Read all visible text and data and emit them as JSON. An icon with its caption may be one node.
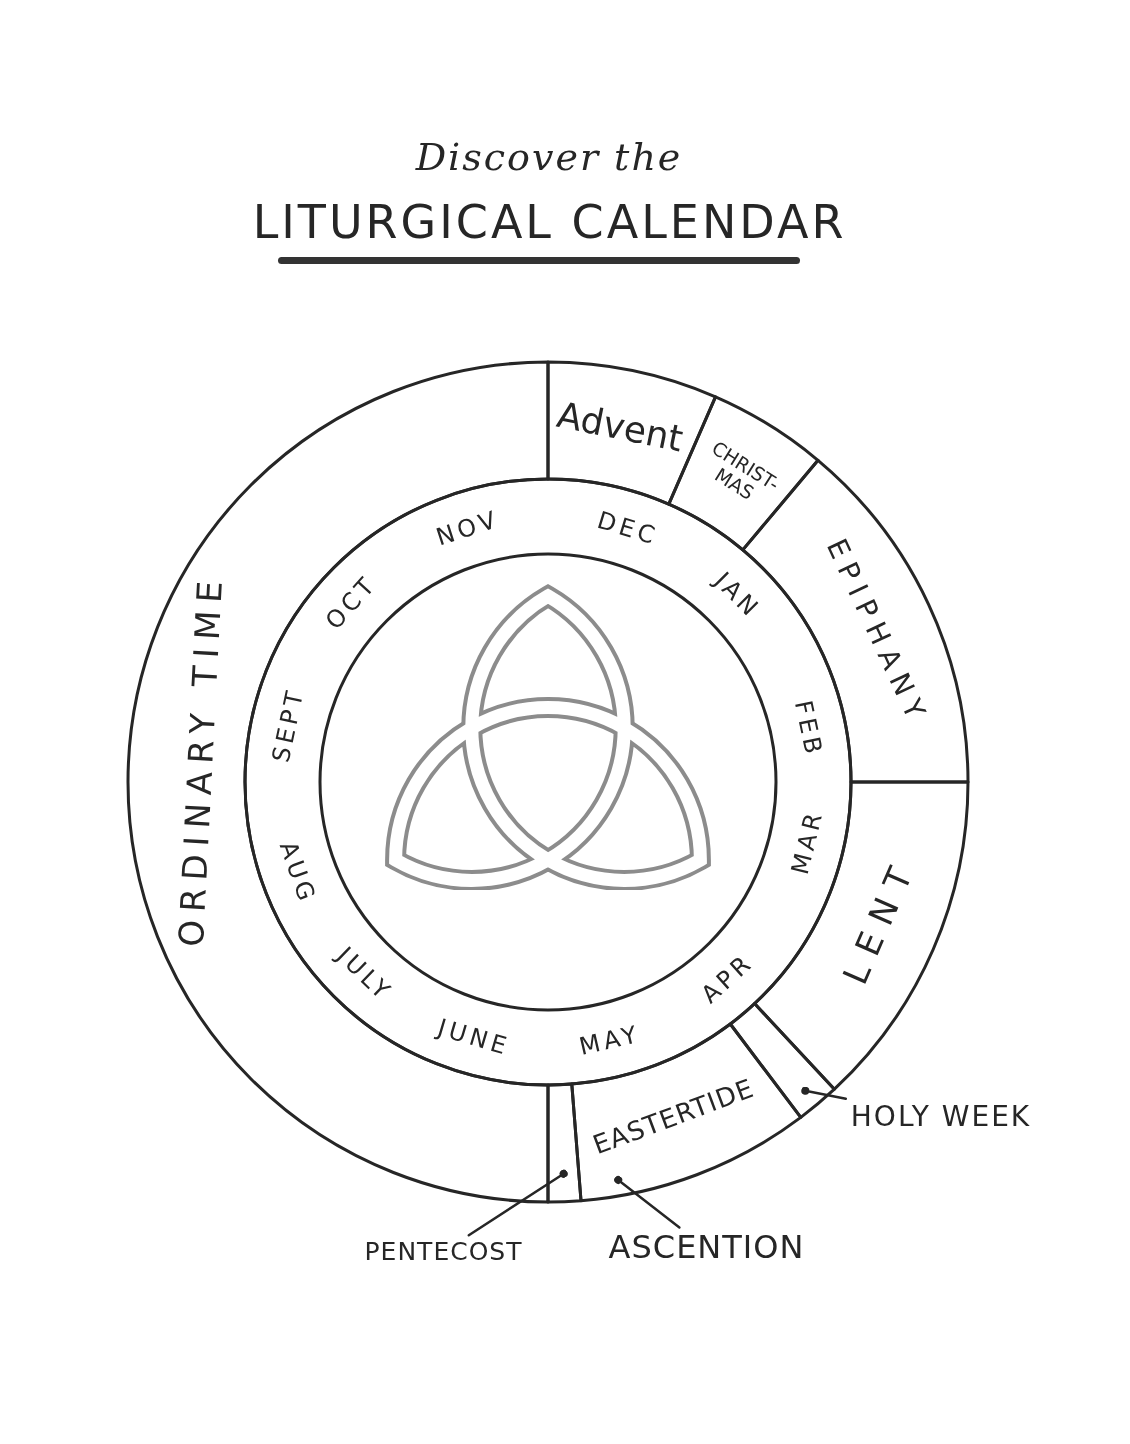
{
  "diagram": {
    "title": "LITURGICAL CALENDAR",
    "nodes": [
      {
        "text": [
          "ORDINARY TIME"
        ]
      },
      {
        "text": [
          "Advent"
        ]
      },
      {
        "text": [
          "CHRIST-MAS"
        ]
      },
      {
        "text": [
          "EPIPHANY"
        ]
      },
      {
        "text": [
          "LENT"
        ]
      },
      {
        "text": [],
        "shape": "box"
      },
      {
        "text": [
          "EASTERTIDE"
        ]
      },
      {
        "text": [],
        "shape": "box"
      },
      {
        "text": [
          "NOV",
          "DEC",
          "JAN",
          "FEB",
          "MAR",
          "APR",
          "MAY",
          "JUNE",
          "JULY",
          "AUG",
          "SEPT",
          "OCT"
        ]
      },
      {
        "text": [
          "HOLY WEEK"
        ]
      },
      {
        "text": [
          "PENTECOST"
        ]
      },
      {
        "text": [
          "ASCENTION"
        ]
      }
    ],
    "edges": [
      {
        "from": 9,
        "to": 5,
        "arrow": "other"
      },
      {
        "from": 10,
        "to": 7,
        "arrow": "other"
      },
      {
        "from": 11,
        "to": 6,
        "arrow": "other"
      }
    ],
    "labels": [
      "Discover the"
    ]
  }
}
